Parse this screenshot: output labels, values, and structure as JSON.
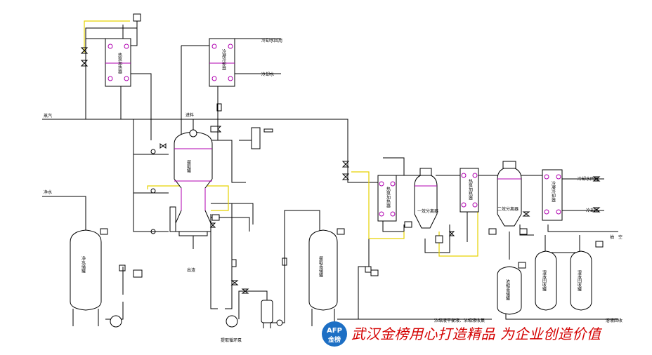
{
  "labels": {
    "steam_top": "",
    "cw_return_1": "冷却水回用",
    "cw_1": "冷却水",
    "steam": "蒸汽",
    "feed": "进料",
    "water": "净水",
    "dump": "出渣",
    "pump_label": "提取循环泵",
    "cw_return_2": "冷却水回用",
    "cw_2": "冷却水",
    "vac1": "抽",
    "vac2": "空",
    "to_spray": "浓缩液平衡液、浓缩液收集",
    "recycle": "溶液回收"
  },
  "equipment": {
    "hx1": "热泵加热器",
    "hx2": "冷凝冷却器",
    "extractor": "提取罐",
    "water_tank": "净水储罐",
    "storage_tank": "提取液储罐",
    "hx3": "热泵加热器",
    "evap1": "一效分离器",
    "hx4": "热泵加热器",
    "evap2": "二效分离器",
    "hx5": "冷凝冷却器",
    "conc_tank": "浓缩液储罐",
    "recov1": "溶液回收罐",
    "recov2": "溶液回收罐"
  },
  "brand": {
    "logo_top": "AFP",
    "logo_bottom": "金榜",
    "slogan": "武汉金榜用心打造精品 为企业创造价值",
    "slogan_color": "#d40000",
    "logo_color": "#1d6fc4"
  }
}
